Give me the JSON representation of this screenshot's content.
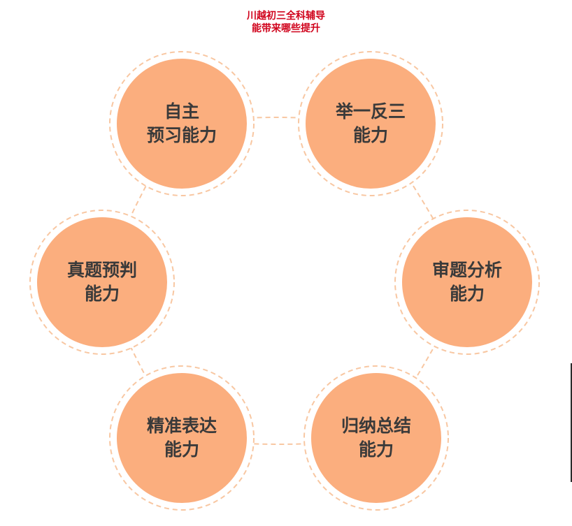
{
  "title": {
    "line1": "川越初三全科辅导",
    "line2": "能带来哪些提升"
  },
  "colors": {
    "title": "#d0021b",
    "circle_fill": "#fbae7e",
    "dashed_ring": "#f8c7a2",
    "text": "#3a3a3a"
  },
  "nodes": [
    {
      "line1": "自主",
      "line2": "预习能力"
    },
    {
      "line1": "举一反三",
      "line2": "能力"
    },
    {
      "line1": "审题分析",
      "line2": "能力"
    },
    {
      "line1": "归纳总结",
      "line2": "能力"
    },
    {
      "line1": "精准表达",
      "line2": "能力"
    },
    {
      "line1": "真题预判",
      "line2": "能力"
    }
  ]
}
